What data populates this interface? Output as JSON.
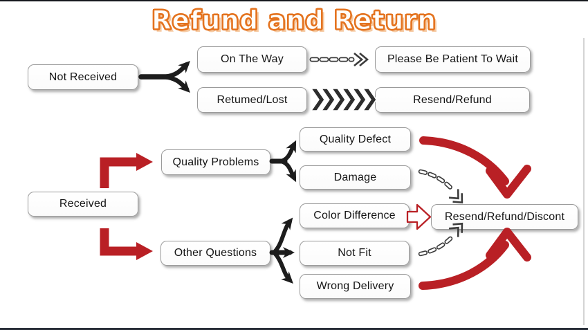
{
  "title": "Refund and Return",
  "colors": {
    "red": "#b92025",
    "orange": "#e4731f",
    "box_border": "#9b9b9b",
    "ink": "#1d1d1d",
    "faint_line": "#d4d4d4"
  },
  "nodes": {
    "not_received": {
      "label": "Not Received"
    },
    "on_the_way": {
      "label": "On The Way"
    },
    "please_wait": {
      "label": "Please Be Patient To Wait"
    },
    "returned_lost": {
      "label": "Retumed/Lost"
    },
    "resend_refund": {
      "label": "Resend/Refund"
    },
    "quality_problems": {
      "label": "Quality Problems"
    },
    "quality_defect": {
      "label": "Quality Defect"
    },
    "damage": {
      "label": "Damage"
    },
    "received": {
      "label": "Received"
    },
    "color_difference": {
      "label": "Color Difference"
    },
    "other_questions": {
      "label": "Other Questions"
    },
    "not_fit": {
      "label": "Not Fit"
    },
    "wrong_delivery": {
      "label": "Wrong Delivery"
    },
    "resend_refund_discount": {
      "label": "Resend/Refund/Discont"
    }
  },
  "edges": [
    {
      "from": "Not Received",
      "to": "On The Way",
      "style": "black-fork"
    },
    {
      "from": "Not Received",
      "to": "Retumed/Lost",
      "style": "black-fork"
    },
    {
      "from": "On The Way",
      "to": "Please Be Patient To Wait",
      "style": "dashed"
    },
    {
      "from": "Retumed/Lost",
      "to": "Resend/Refund",
      "style": "chevrons"
    },
    {
      "from": "Received",
      "to": "Quality Problems",
      "style": "red-elbow"
    },
    {
      "from": "Received",
      "to": "Other Questions",
      "style": "red-elbow"
    },
    {
      "from": "Quality Problems",
      "to": "Quality Defect",
      "style": "black-fork"
    },
    {
      "from": "Quality Problems",
      "to": "Damage",
      "style": "black-fork"
    },
    {
      "from": "Other Questions",
      "to": "Color Difference",
      "style": "black-fork"
    },
    {
      "from": "Other Questions",
      "to": "Not Fit",
      "style": "black-fork"
    },
    {
      "from": "Other Questions",
      "to": "Wrong Delivery",
      "style": "black-fork"
    },
    {
      "from": "Quality Defect",
      "to": "Resend/Refund/Discont",
      "style": "red-curve"
    },
    {
      "from": "Damage",
      "to": "Resend/Refund/Discont",
      "style": "dashed-curve"
    },
    {
      "from": "Color Difference",
      "to": "Resend/Refund/Discont",
      "style": "red-hollow-arrow"
    },
    {
      "from": "Not Fit",
      "to": "Resend/Refund/Discont",
      "style": "dashed-curve"
    },
    {
      "from": "Wrong Delivery",
      "to": "Resend/Refund/Discont",
      "style": "red-curve"
    }
  ]
}
